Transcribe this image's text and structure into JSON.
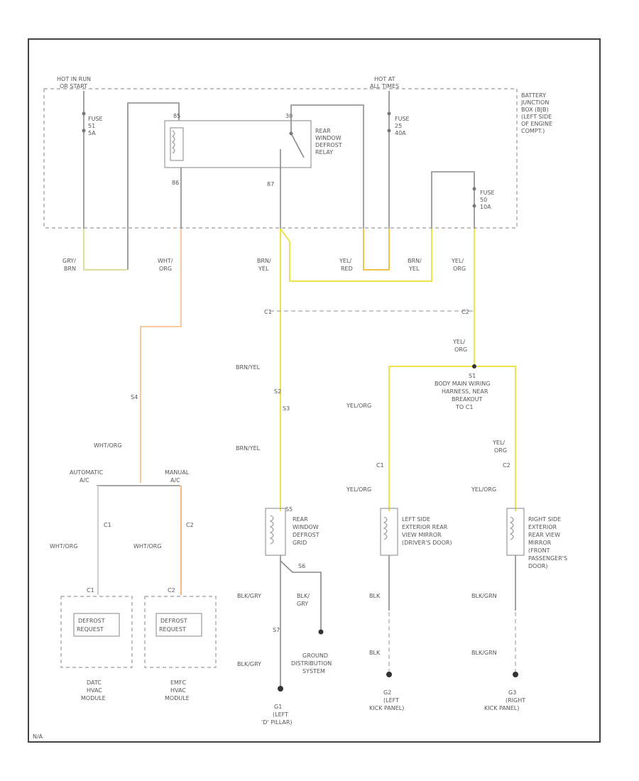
{
  "colors": {
    "yellow": "#f0e24a",
    "orange": "#f7b777",
    "yellow_orange": "#f3c24a",
    "yellow_green": "#dede9a",
    "gray": "#8a8a8a"
  },
  "power": {
    "hot_run_start": [
      "HOT IN RUN",
      "OR START"
    ],
    "hot_all_times": [
      "HOT AT",
      "ALL TIMES"
    ],
    "fuse_left": [
      "FUSE",
      "51",
      "5A"
    ],
    "fuse_mid": [
      "FUSE",
      "25",
      "40A"
    ],
    "fuse_right": [
      "FUSE",
      "50",
      "10A"
    ],
    "junction_box": [
      "BATTERY",
      "JUNCTION",
      "BOX (BJB)",
      "(LEFT SIDE",
      "OF ENGINE",
      "COMPT.)"
    ],
    "relay": [
      "REAR",
      "WINDOW",
      "DEFROST",
      "RELAY"
    ],
    "relay_pins": [
      "85",
      "30",
      "86",
      "87"
    ]
  },
  "wires": {
    "gry_brn": [
      "GRY/",
      "BRN"
    ],
    "wht_org": [
      "WHT/",
      "ORG"
    ],
    "brn_yel": [
      "BRN/",
      "YEL"
    ],
    "yel_red": [
      "YEL/",
      "RED"
    ],
    "brn_yel_2": [
      "BRN/",
      "YEL"
    ],
    "yel_org": [
      "YEL/",
      "ORG"
    ],
    "yel_org_2": [
      "YEL/",
      "ORG"
    ],
    "brn_yel_lower": "BRN/YEL",
    "brn_yel_lower_2": "BRN/YEL",
    "wht_org_lower": "WHT/ORG",
    "wht_org_left": "WHT/ORG",
    "wht_org_right": "WHT/ORG",
    "yel_org_left": "YEL/ORG",
    "yel_org_left_2": "YEL/ORG",
    "yel_org_right": [
      "YEL/",
      "ORG"
    ],
    "yel_org_right_2": "YEL/ORG",
    "blk_gry": "BLK/GRY",
    "blk_gry_2": [
      "BLK/",
      "GRY"
    ],
    "blk_gry_3": "BLK/GRY",
    "blk": "BLK",
    "blk_2": "BLK",
    "blk_grn": "BLK/GRN",
    "blk_grn_2": "BLK/GRN"
  },
  "connectors": {
    "c1": "C1",
    "c2": "C2",
    "c2_left": "C2",
    "c2_right": "C2",
    "s2": "S2",
    "s1": "S1",
    "c1_left": "C1",
    "c1_right": "C1",
    "c1_grid": "C1",
    "c2_grid": "C2",
    "s3": "S3",
    "s4": "S4",
    "s5": "S5",
    "s6": "S6",
    "s7": "S7"
  },
  "components": {
    "splice": [
      "S1",
      "BODY MAIN WIRING",
      "HARNESS, NEAR",
      "BREAKOUT",
      "TO C1"
    ],
    "automatic": [
      "AUTOMATIC",
      "A/C"
    ],
    "manual": [
      "MANUAL",
      "A/C"
    ],
    "rear_grid": [
      "REAR",
      "WINDOW",
      "DEFROST",
      "GRID"
    ],
    "left_mirror": [
      "LEFT SIDE",
      "EXTERIOR REAR",
      "VIEW MIRROR",
      "(DRIVER'S DOOR)"
    ],
    "right_mirror": [
      "RIGHT SIDE",
      "EXTERIOR",
      "REAR VIEW",
      "MIRROR",
      "(FRONT",
      "PASSENGER'S",
      "DOOR)"
    ],
    "defrost_request_1": [
      "DEFROST",
      "REQUEST"
    ],
    "defrost_request_2": [
      "DEFROST",
      "REQUEST"
    ],
    "datc": [
      "DATC",
      "HVAC",
      "MODULE"
    ],
    "emfc": [
      "EMFC",
      "HVAC",
      "MODULE"
    ],
    "ground_dist": [
      "GROUND",
      "DISTRIBUTION",
      "SYSTEM"
    ],
    "g1": [
      "G1",
      "(LEFT",
      "'D' PILLAR)"
    ],
    "g2": [
      "G2",
      "(LEFT",
      "KICK PANEL)"
    ],
    "g3": [
      "G3",
      "(RIGHT",
      "KICK PANEL)"
    ]
  },
  "footer": "N/A"
}
